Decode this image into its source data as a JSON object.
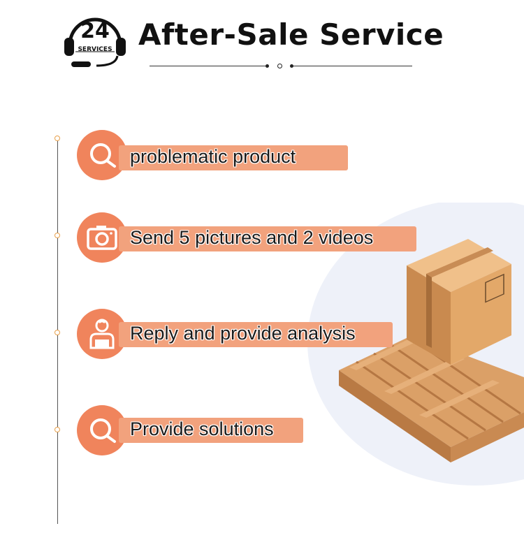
{
  "header": {
    "badge_number": "24",
    "badge_text": "SERVICES",
    "title": "After-Sale Service"
  },
  "steps": [
    {
      "label": "problematic product",
      "icon": "magnifier-icon"
    },
    {
      "label": "Send 5 pictures and 2 videos",
      "icon": "camera-icon"
    },
    {
      "label": "Reply and provide analysis",
      "icon": "support-agent-icon"
    },
    {
      "label": "Provide solutions",
      "icon": "magnifier-icon"
    }
  ],
  "colors": {
    "circle": "#f0845c",
    "bar": "#f2a27d",
    "timeline_dot": "#e8a04a",
    "box": "#e0a566",
    "pallet": "#d69a62"
  }
}
